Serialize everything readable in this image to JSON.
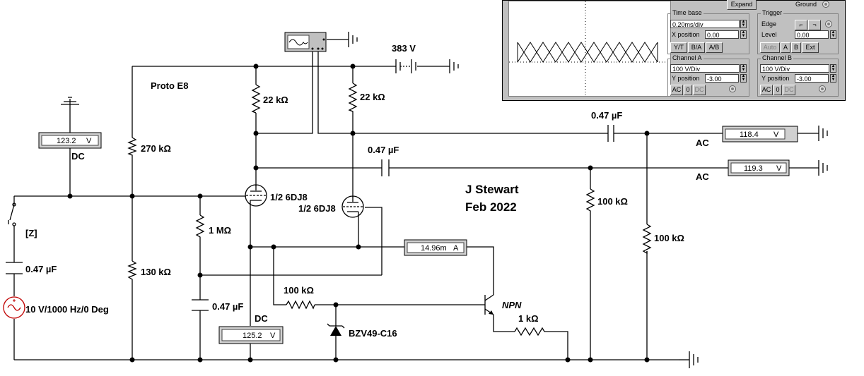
{
  "labels": {
    "proto": "Proto E8",
    "author": "J Stewart",
    "date": "Feb 2022",
    "supply_voltage": "383 V",
    "r_plate1": "22 kΩ",
    "r_plate2": "22 kΩ",
    "r_div_top": "270 kΩ",
    "r_div_bottom": "130 kΩ",
    "r_grid": "1 MΩ",
    "c_grid": "0.47 µF",
    "c_in": "0.47 µF",
    "c_out_top": "0.47 µF",
    "c_out_mid": "0.47 µF",
    "r_load1": "100 kΩ",
    "r_load2": "100 kΩ",
    "r_base": "100 kΩ",
    "r_emitter": "1 kΩ",
    "tube1": "1/2 6DJ8",
    "tube2": "1/2 6DJ8",
    "zener": "BZV49-C16",
    "transistor": "NPN",
    "source": "10 V/1000 Hz/0 Deg",
    "switch_key": "[Z]",
    "dc_label_1": "DC",
    "dc_label_2": "DC",
    "ac_label_1": "AC",
    "ac_label_2": "AC"
  },
  "meters": {
    "dc_voltmeter_1": "123.2",
    "dc_voltmeter_1_unit": "V",
    "dc_voltmeter_2": "125.2",
    "dc_voltmeter_2_unit": "V",
    "ac_voltmeter_1": "118.4",
    "ac_voltmeter_1_unit": "V",
    "ac_voltmeter_2": "119.3",
    "ac_voltmeter_2_unit": "V",
    "ammeter": "14.96m",
    "ammeter_unit": "A"
  },
  "scope": {
    "expand": "Expand",
    "ground": "Ground",
    "timebase": {
      "title": "Time base",
      "value": "0.20ms/div",
      "xpos_label": "X position",
      "xpos_value": "0.00",
      "modes": [
        "Y/T",
        "B/A",
        "A/B"
      ]
    },
    "trigger": {
      "title": "Trigger",
      "edge_label": "Edge",
      "level_label": "Level",
      "level_value": "0.00",
      "sources": [
        "Auto",
        "A",
        "B",
        "Ext"
      ]
    },
    "channel_a": {
      "title": "Channel A",
      "scale": "100 V/Div",
      "ypos_label": "Y position",
      "ypos_value": "-3.00",
      "coupling": [
        "AC",
        "0",
        "DC"
      ]
    },
    "channel_b": {
      "title": "Channel B",
      "scale": "100 V/Div",
      "ypos_label": "Y position",
      "ypos_value": "-3.00",
      "coupling": [
        "AC",
        "0",
        "DC"
      ]
    }
  }
}
